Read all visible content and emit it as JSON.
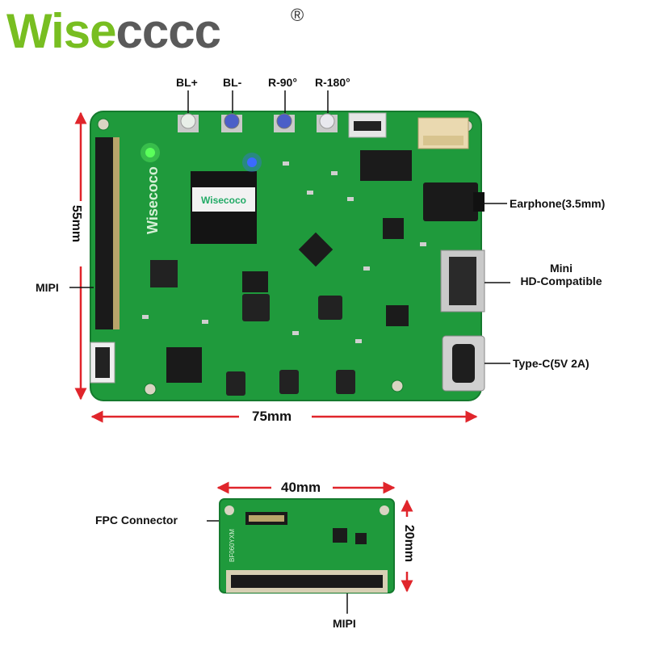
{
  "brand": {
    "name_part1": "Wise",
    "name_part2": "cccc",
    "registered_mark": "®",
    "colors": {
      "green": "#78be21",
      "gray": "#5a5a5a"
    }
  },
  "main_board": {
    "buttons": [
      {
        "label": "BL+",
        "cap_color": "#e8efe8"
      },
      {
        "label": "BL-",
        "cap_color": "#4b5fc8"
      },
      {
        "label": "R-90°",
        "cap_color": "#4b5fc8"
      },
      {
        "label": "R-180°",
        "cap_color": "#e8e8ee"
      }
    ],
    "chip_label": "Wisecoco",
    "silkscreen": "Wisecoco",
    "ports": {
      "earphone": "Earphone(3.5mm)",
      "mini_hd_line1": "Mini",
      "mini_hd_line2": "HD-Compatible",
      "typec": "Type-C(5V 2A)",
      "mipi": "MIPI"
    },
    "height_label": "55mm",
    "width_label": "75mm"
  },
  "small_board": {
    "fpc": "FPC Connector",
    "mipi": "MIPI",
    "height_label": "20mm",
    "width_label": "40mm",
    "silkscreen": "BF060YXM"
  },
  "colors": {
    "pcb": "#1f9a3c",
    "pcb_dark": "#15702b",
    "arrow": "#e0252b"
  }
}
